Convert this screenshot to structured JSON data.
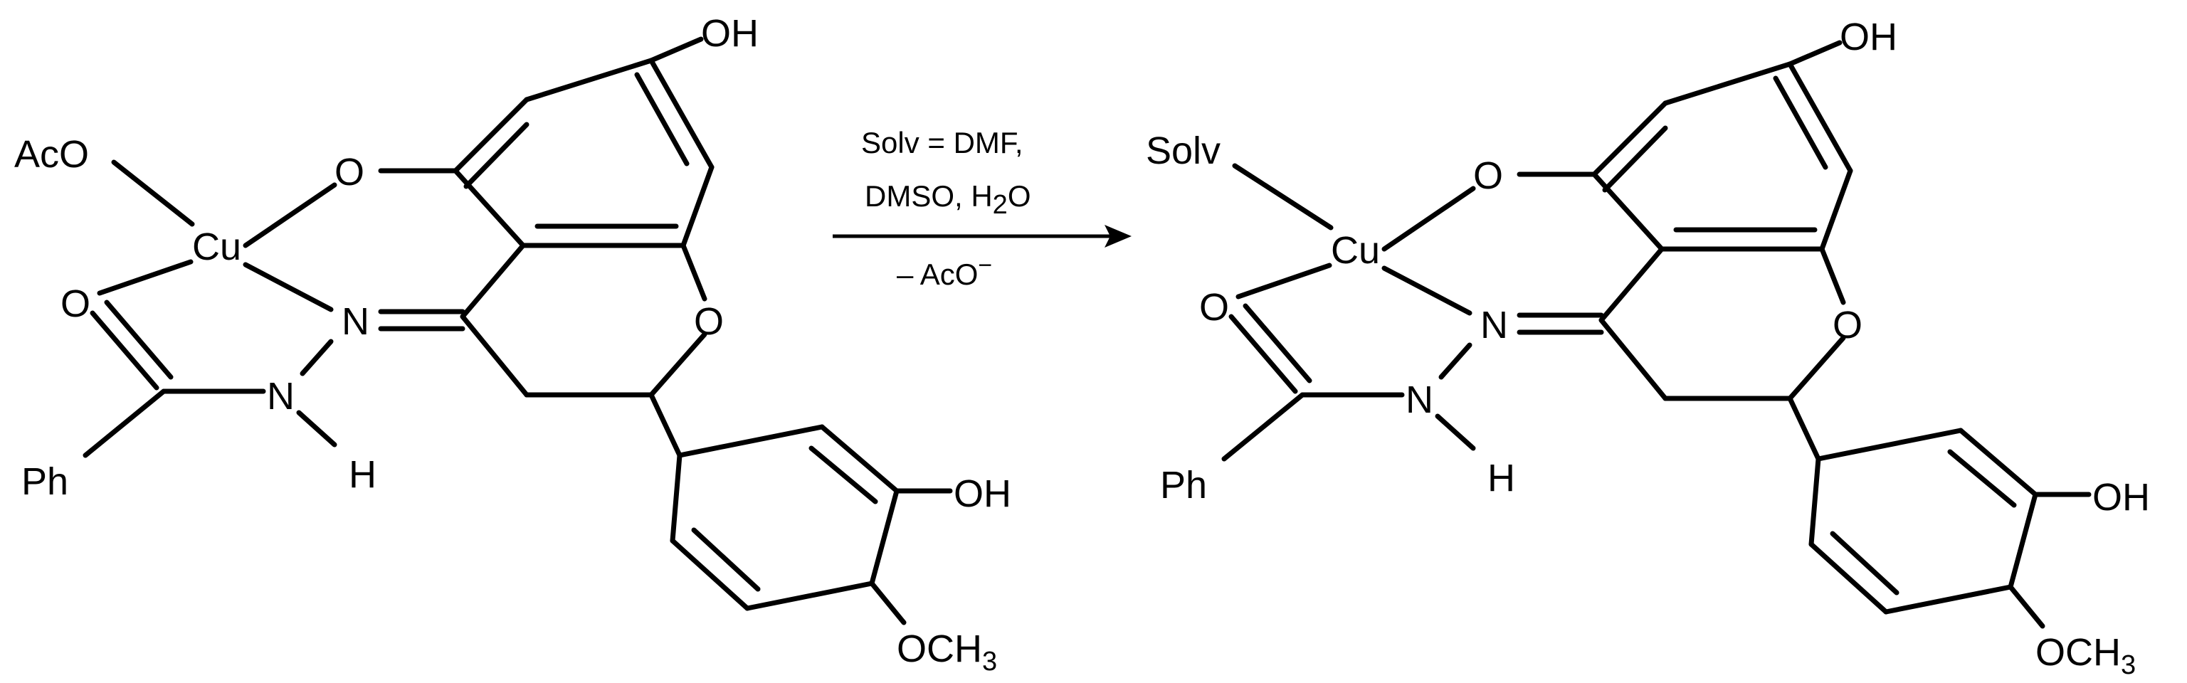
{
  "reactant": {
    "ligand_label": "AcO",
    "metal": "Cu",
    "phenoxide_o": "O",
    "carbonyl_o": "O",
    "imine_n": "N",
    "amide_n": "N",
    "amide_h": "H",
    "phenyl": "Ph",
    "ring_o": "O",
    "hydroxyl_top": "OH",
    "hydroxyl_aryl": "OH",
    "methoxy": "OCH",
    "methoxy_sub": "3"
  },
  "conditions": {
    "solvent_line": "Solv = DMF,",
    "solvent_line2": "DMSO, H",
    "solvent_line2_sub": "2",
    "solvent_line2_end": "O",
    "leaving_group": "– AcO",
    "leaving_group_sup": "−"
  },
  "product": {
    "ligand_label": "Solv",
    "metal": "Cu",
    "phenoxide_o": "O",
    "carbonyl_o": "O",
    "imine_n": "N",
    "amide_n": "N",
    "amide_h": "H",
    "phenyl": "Ph",
    "ring_o": "O",
    "hydroxyl_top": "OH",
    "hydroxyl_aryl": "OH",
    "methoxy": "OCH",
    "methoxy_sub": "3"
  }
}
